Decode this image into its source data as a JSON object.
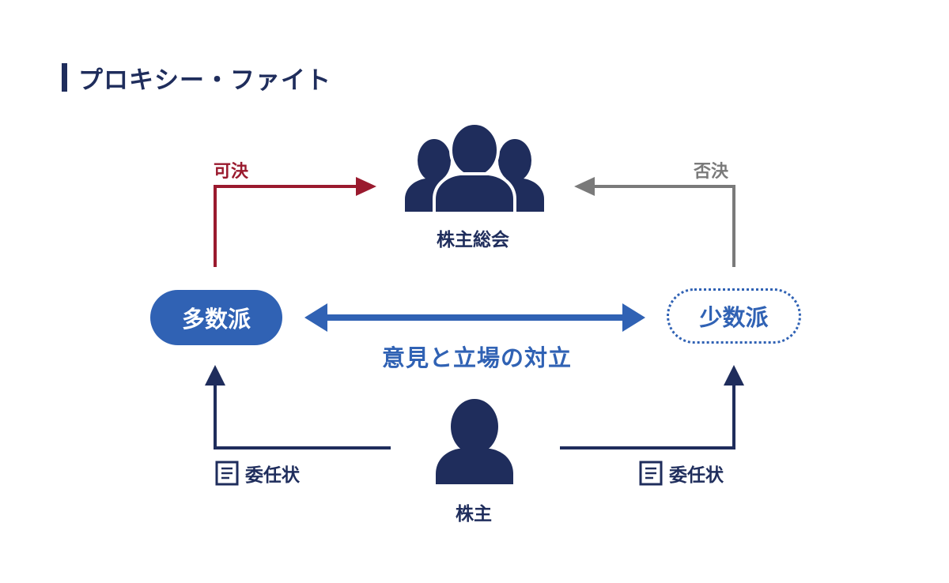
{
  "title": "プロキシー・ファイト",
  "colors": {
    "navy": "#1f2d5c",
    "blue": "#3062b4",
    "red": "#9a1a2e",
    "gray": "#7a7a7a"
  },
  "nodes": {
    "meeting": {
      "label": "株主総会",
      "icon": "group-of-people-icon"
    },
    "majority": {
      "label": "多数派"
    },
    "minority": {
      "label": "少数派"
    },
    "shareholder": {
      "label": "株主",
      "icon": "person-icon"
    }
  },
  "edges": {
    "approve": {
      "label": "可決"
    },
    "reject": {
      "label": "否決"
    },
    "conflict": {
      "label": "意見と立場の対立"
    },
    "proxy_left": {
      "label": "委任状",
      "icon": "document-icon"
    },
    "proxy_right": {
      "label": "委任状",
      "icon": "document-icon"
    }
  }
}
